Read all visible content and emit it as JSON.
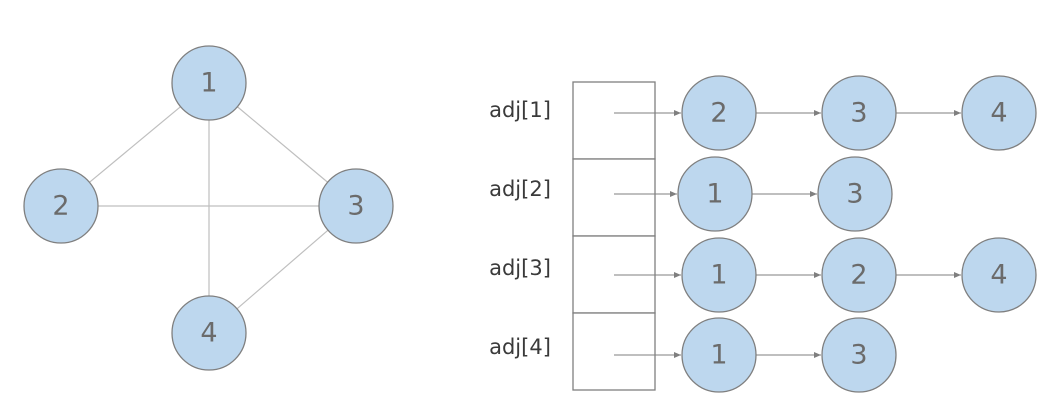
{
  "graph": {
    "nodes": [
      "1",
      "2",
      "3",
      "4"
    ],
    "edges": [
      [
        "1",
        "2"
      ],
      [
        "1",
        "3"
      ],
      [
        "1",
        "4"
      ],
      [
        "2",
        "3"
      ],
      [
        "3",
        "4"
      ]
    ]
  },
  "adjacency_list": [
    {
      "label": "adj[1]",
      "neighbors": [
        "2",
        "3",
        "4"
      ]
    },
    {
      "label": "adj[2]",
      "neighbors": [
        "1",
        "3"
      ]
    },
    {
      "label": "adj[3]",
      "neighbors": [
        "1",
        "2",
        "4"
      ]
    },
    {
      "label": "adj[4]",
      "neighbors": [
        "1",
        "3"
      ]
    }
  ],
  "colors": {
    "node_fill": "#bdd7ee",
    "node_stroke": "#7f7f7f",
    "edge": "#bfbfbf",
    "text": "#6b6b6b"
  }
}
